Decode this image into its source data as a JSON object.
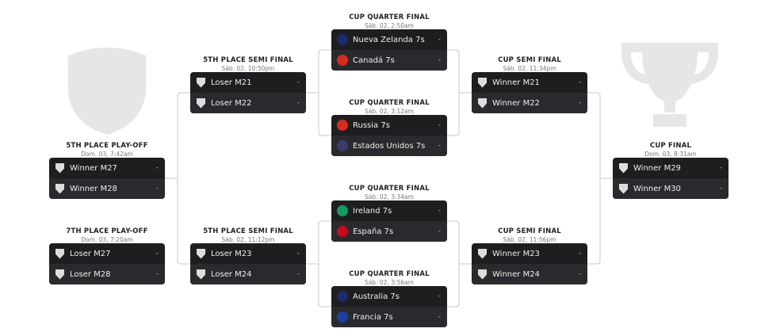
{
  "matches": [
    {
      "id": "fifth-playoff",
      "title": "5TH PLACE PLAY-OFF",
      "date": "Dom. 03, 7:42am",
      "teams": [
        {
          "name": "Winner M27",
          "score": "-",
          "icon": "shield"
        },
        {
          "name": "Winner M28",
          "score": "-",
          "icon": "shield"
        }
      ]
    },
    {
      "id": "seventh-playoff",
      "title": "7TH PLACE PLAY-OFF",
      "date": "Dom. 03, 7:20am",
      "teams": [
        {
          "name": "Loser M27",
          "score": "-",
          "icon": "shield"
        },
        {
          "name": "Loser M28",
          "score": "-",
          "icon": "shield"
        }
      ]
    },
    {
      "id": "fifth-semi-1",
      "title": "5TH PLACE SEMI FINAL",
      "date": "Sáb. 02, 10:50pm",
      "teams": [
        {
          "name": "Loser M21",
          "score": "-",
          "icon": "shield"
        },
        {
          "name": "Loser M22",
          "score": "-",
          "icon": "shield"
        }
      ]
    },
    {
      "id": "fifth-semi-2",
      "title": "5TH PLACE SEMI FINAL",
      "date": "Sáb. 02, 11:12pm",
      "teams": [
        {
          "name": "Loser M23",
          "score": "-",
          "icon": "shield"
        },
        {
          "name": "Loser M24",
          "score": "-",
          "icon": "shield"
        }
      ]
    },
    {
      "id": "qf-1",
      "title": "CUP QUARTER FINAL",
      "date": "Sáb. 02, 2:50am",
      "teams": [
        {
          "name": "Nueva Zelanda 7s",
          "score": "-",
          "icon": "flag-nz"
        },
        {
          "name": "Canadá 7s",
          "score": "-",
          "icon": "flag-ca"
        }
      ]
    },
    {
      "id": "qf-2",
      "title": "CUP QUARTER FINAL",
      "date": "Sáb. 02, 3:12am",
      "teams": [
        {
          "name": "Russia 7s",
          "score": "-",
          "icon": "flag-ru"
        },
        {
          "name": "Estados Unidos 7s",
          "score": "-",
          "icon": "flag-us"
        }
      ]
    },
    {
      "id": "qf-3",
      "title": "CUP QUARTER FINAL",
      "date": "Sáb. 02, 3:34am",
      "teams": [
        {
          "name": "Ireland 7s",
          "score": "-",
          "icon": "flag-ie"
        },
        {
          "name": "España 7s",
          "score": "-",
          "icon": "flag-es"
        }
      ]
    },
    {
      "id": "qf-4",
      "title": "CUP QUARTER FINAL",
      "date": "Sáb. 02, 3:56am",
      "teams": [
        {
          "name": "Australia 7s",
          "score": "-",
          "icon": "flag-au"
        },
        {
          "name": "Francia 7s",
          "score": "-",
          "icon": "flag-fr"
        }
      ]
    },
    {
      "id": "cup-semi-1",
      "title": "CUP SEMI FINAL",
      "date": "Sáb. 02, 11:34pm",
      "teams": [
        {
          "name": "Winner M21",
          "score": "-",
          "icon": "shield"
        },
        {
          "name": "Winner M22",
          "score": "-",
          "icon": "shield"
        }
      ]
    },
    {
      "id": "cup-semi-2",
      "title": "CUP SEMI FINAL",
      "date": "Sáb. 02, 11:56pm",
      "teams": [
        {
          "name": "Winner M23",
          "score": "-",
          "icon": "shield"
        },
        {
          "name": "Winner M24",
          "score": "-",
          "icon": "shield"
        }
      ]
    },
    {
      "id": "cup-final",
      "title": "CUP FINAL",
      "date": "Dom. 03, 8:31am",
      "teams": [
        {
          "name": "Winner M29",
          "score": "-",
          "icon": "shield"
        },
        {
          "name": "Winner M30",
          "score": "-",
          "icon": "shield"
        }
      ]
    }
  ],
  "colors": {
    "flag-nz": "#1f2a6b",
    "flag-ca": "#d52b1e",
    "flag-ru": "#d52b1e",
    "flag-us": "#3c3b6e",
    "flag-ie": "#169b62",
    "flag-es": "#c60b1e",
    "flag-au": "#1f2a6b",
    "flag-fr": "#1f3f9e"
  }
}
